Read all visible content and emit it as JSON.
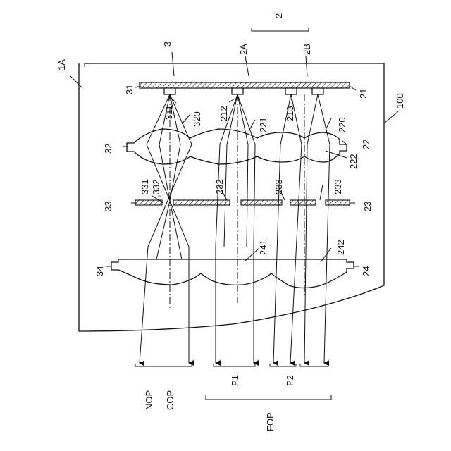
{
  "labels": {
    "l_1A": "1A",
    "l_3": "3",
    "l_2": "2",
    "l_2A": "2A",
    "l_2B": "2B",
    "l_31": "31",
    "l_21": "21",
    "l_100": "100",
    "l_311": "311",
    "l_320": "320",
    "l_212": "212",
    "l_221": "221",
    "l_213": "213",
    "l_220": "220",
    "l_32": "32",
    "l_22": "22",
    "l_222": "222",
    "l_331": "331",
    "l_332": ",332",
    "l_232": "232",
    "l_233a": "233",
    "l_233b": "233",
    "l_33": "33",
    "l_23": "23",
    "l_241": "241",
    "l_242": "242",
    "l_34": "34",
    "l_24": "24",
    "l_NOP": "NOP",
    "l_COP": "COP",
    "l_P1": "P1",
    "l_P2": "P2",
    "l_FOP": "FOP"
  }
}
